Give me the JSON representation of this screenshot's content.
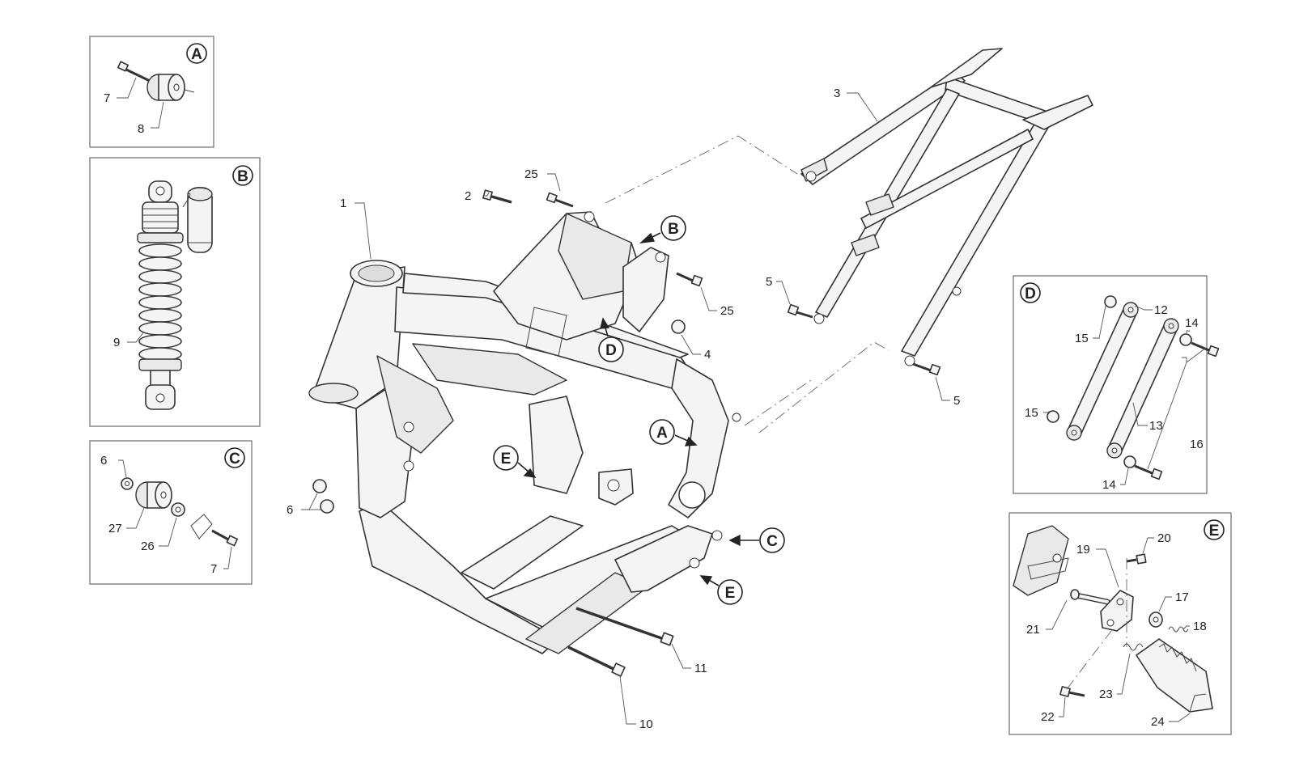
{
  "panels": {
    "A": {
      "letter": "A",
      "callouts": [
        "7",
        "8"
      ]
    },
    "B": {
      "letter": "B",
      "callouts": [
        "9"
      ]
    },
    "C": {
      "letter": "C",
      "callouts": [
        "6",
        "27",
        "26",
        "7"
      ]
    },
    "D": {
      "letter": "D",
      "callouts": [
        "15",
        "12",
        "14",
        "13",
        "15",
        "16",
        "14"
      ]
    },
    "E": {
      "letter": "E",
      "callouts": [
        "20",
        "19",
        "17",
        "21",
        "18",
        "22",
        "23",
        "24"
      ]
    }
  },
  "main": {
    "callouts": [
      "25",
      "2",
      "1",
      "25",
      "4",
      "3",
      "5",
      "5",
      "6",
      "11",
      "10"
    ],
    "markers": [
      "B",
      "D",
      "A",
      "E",
      "C",
      "E"
    ]
  }
}
